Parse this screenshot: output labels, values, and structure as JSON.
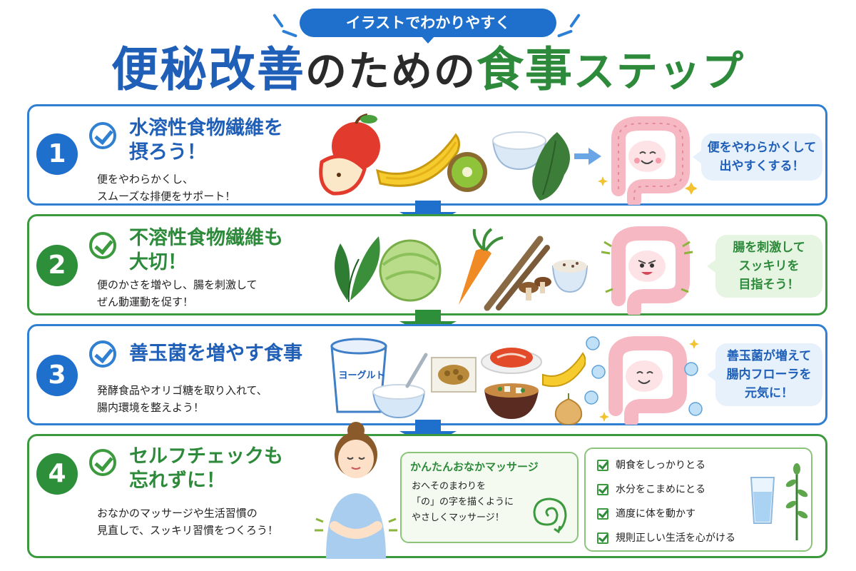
{
  "header": {
    "badge": "イラストでわかりやすく",
    "title_part1": "便秘改善",
    "title_part2": "のための",
    "title_part3": "食事",
    "title_part4": "ステップ"
  },
  "steps": [
    {
      "number": "1",
      "heading_line1": "水溶性食物繊維を",
      "heading_line2": "摂ろう！",
      "desc_line1": "便をやわらかくし、",
      "desc_line2": "スムーズな排便をサポート！",
      "bubble_line1": "便をやわらかくして",
      "bubble_line2": "出やすくする！"
    },
    {
      "number": "2",
      "heading_line1": "不溶性食物繊維も",
      "heading_line2": "大切！",
      "desc_line1": "便のかさを増やし、腸を刺激して",
      "desc_line2": "ぜん動運動を促す！",
      "bubble_line1": "腸を刺激して",
      "bubble_line2": "スッキリを",
      "bubble_line3": "目指そう！"
    },
    {
      "number": "3",
      "heading_line1": "善玉菌を増やす食事",
      "desc_line1": "発酵食品やオリゴ糖を取り入れて、",
      "desc_line2": "腸内環境を整えよう！",
      "bubble_line1": "善玉菌が増えて",
      "bubble_line2": "腸内フローラを",
      "bubble_line3": "元気に！",
      "yogurt_label": "ヨーグルト"
    },
    {
      "number": "4",
      "heading_line1": "セルフチェックも",
      "heading_line2": "忘れずに！",
      "desc_line1": "おなかのマッサージや生活習慣の",
      "desc_line2": "見直しで、スッキリ習慣をつくろう！",
      "massage": {
        "title": "かんたんおなかマッサージ",
        "line1": "おへそのまわりを",
        "line2": "「の」の字を描くように",
        "line3": "やさしくマッサージ！"
      },
      "habits": [
        "朝食をしっかりとる",
        "水分をこまめにとる",
        "適度に体を動かす",
        "規則正しい生活を心がける"
      ]
    }
  ],
  "colors": {
    "blue": "#1f6fcc",
    "green": "#2e8f3a",
    "intestine": "#f6b8c2"
  }
}
